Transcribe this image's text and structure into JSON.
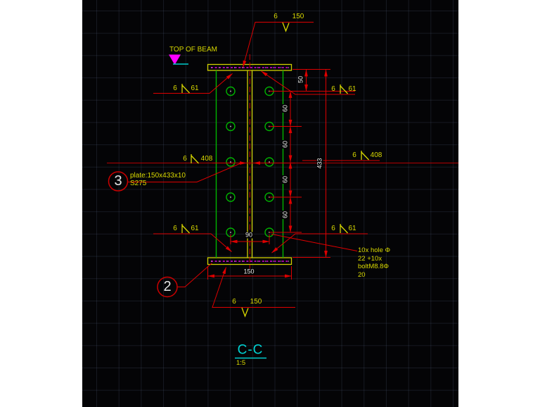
{
  "drawing": {
    "beam_note": "TOP OF BEAM",
    "plate_callout": {
      "number": "3",
      "line1": "plate:150x433x10",
      "line2": "S275"
    },
    "flange_callout": {
      "number": "2"
    },
    "hole_note": [
      "10x hole Φ",
      "22 +10x",
      "boltM8.8Φ",
      "20"
    ],
    "welds": {
      "top": {
        "size": "6",
        "value": "150"
      },
      "bottom": {
        "size": "6",
        "value": "150"
      },
      "top_left": {
        "size": "6",
        "value": "61"
      },
      "top_right": {
        "size": "6",
        "value": "61"
      },
      "mid_left": {
        "size": "6",
        "value": "408"
      },
      "mid_right": {
        "size": "6",
        "value": "408"
      },
      "bottom_left": {
        "size": "6",
        "value": "61"
      },
      "bottom_right": {
        "size": "6",
        "value": "61"
      }
    },
    "dims": {
      "top_offset": "50",
      "spacing": [
        "60",
        "60",
        "60",
        "60"
      ],
      "height": "433",
      "gauge": "90",
      "width": "150"
    },
    "view": {
      "label": "C-C",
      "scale": "1:5"
    }
  },
  "colors": {
    "background": "#040406",
    "red": "#dd0000",
    "yellow": "#d9d900",
    "green": "#00b400",
    "magenta": "#e000e0",
    "cyan": "#00cccc",
    "dim_text": "#ededed"
  }
}
